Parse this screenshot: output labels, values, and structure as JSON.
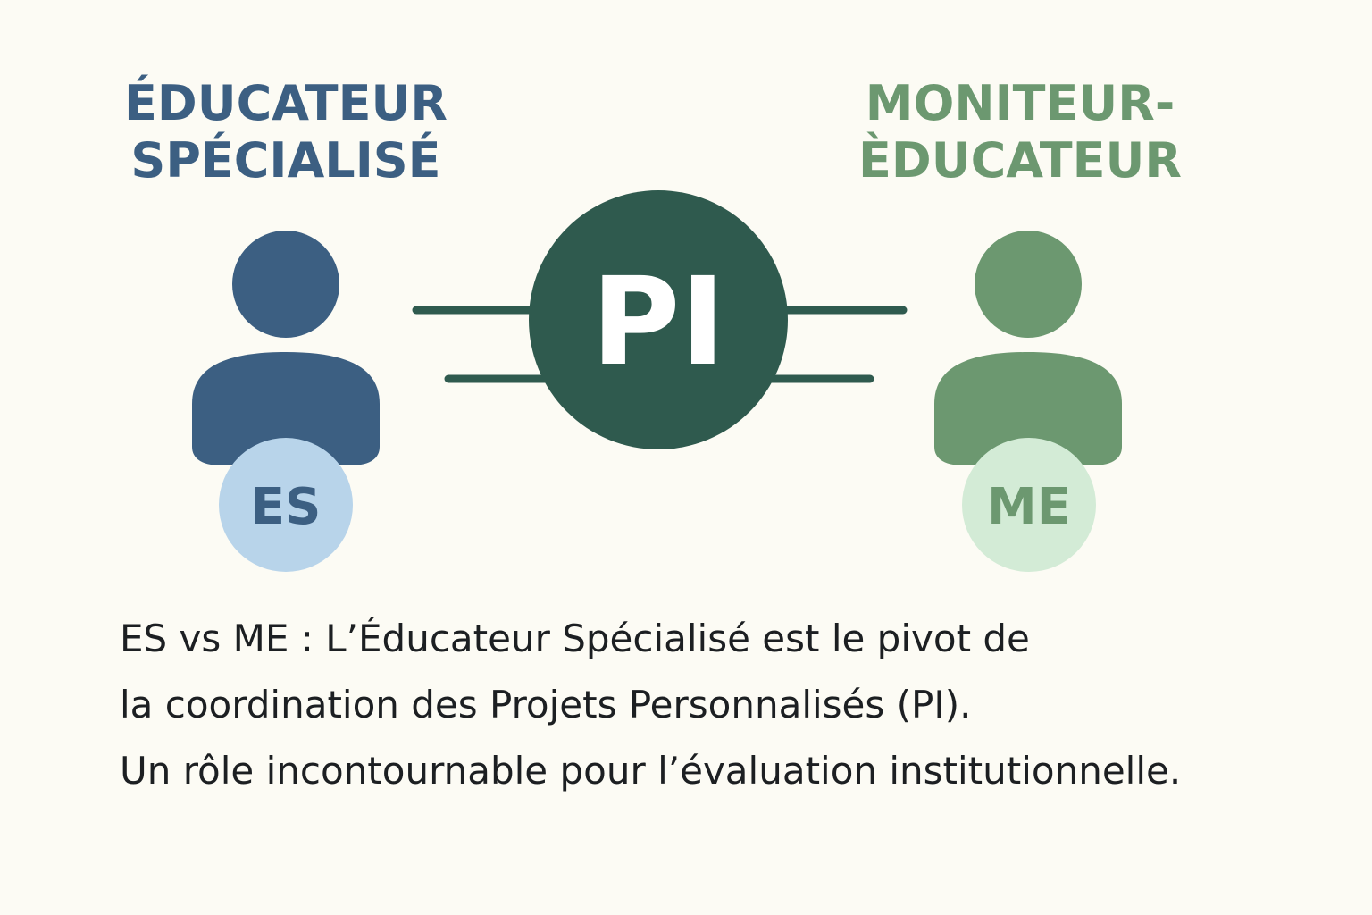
{
  "colors": {
    "background": "#fcfbf4",
    "es_primary": "#3c5f82",
    "es_light": "#b8d4ea",
    "me_primary": "#6c9870",
    "me_light": "#d3ebd6",
    "pi_hub": "#2f5a4e",
    "connector": "#2f5a4e",
    "text": "#1c1f22"
  },
  "roles": {
    "es": {
      "title_line1": "ÉDUCATEUR",
      "title_line2": "SPÉCIALISÉ",
      "badge": "ES",
      "icon": "person-icon"
    },
    "me": {
      "title_line1": "MONITEUR-",
      "title_line2": "ÈDUCATEUR",
      "badge": "ME",
      "icon": "person-icon"
    }
  },
  "hub": {
    "label": "PI"
  },
  "caption": {
    "lead": "ES vs ME",
    "line1_rest": " : L’Éducateur Spécialisé est le pivot de",
    "line2": "la coordination des Projets Personnalisés (PI).",
    "line3": "Un rôle incontournable pour l’évaluation institutionnelle."
  }
}
